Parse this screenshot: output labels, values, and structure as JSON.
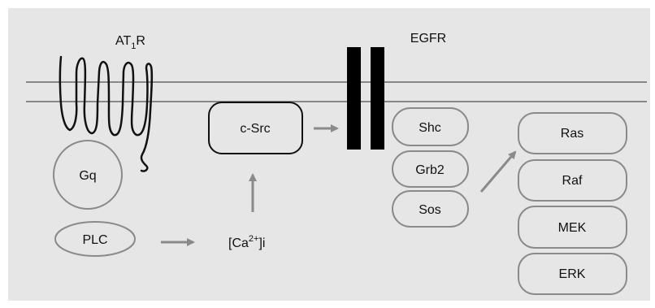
{
  "colors": {
    "background": "#e6e6e6",
    "membrane": "#888888",
    "shape_outline": "#8a8a8a",
    "arrow": "#8a8a8a",
    "receptor_fill": "#000000",
    "text": "#111111"
  },
  "labels": {
    "at1r_main": "AT",
    "at1r_sub": "1",
    "at1r_end": "R",
    "egfr": "EGFR",
    "gq": "Gq",
    "plc": "PLC",
    "csrc": "c-Src",
    "ca_open": "[Ca",
    "ca_sup": "2+",
    "ca_close": "]i",
    "shc": "Shc",
    "grb2": "Grb2",
    "sos": "Sos",
    "ras": "Ras",
    "raf": "Raf",
    "mek": "MEK",
    "erk": "ERK"
  }
}
